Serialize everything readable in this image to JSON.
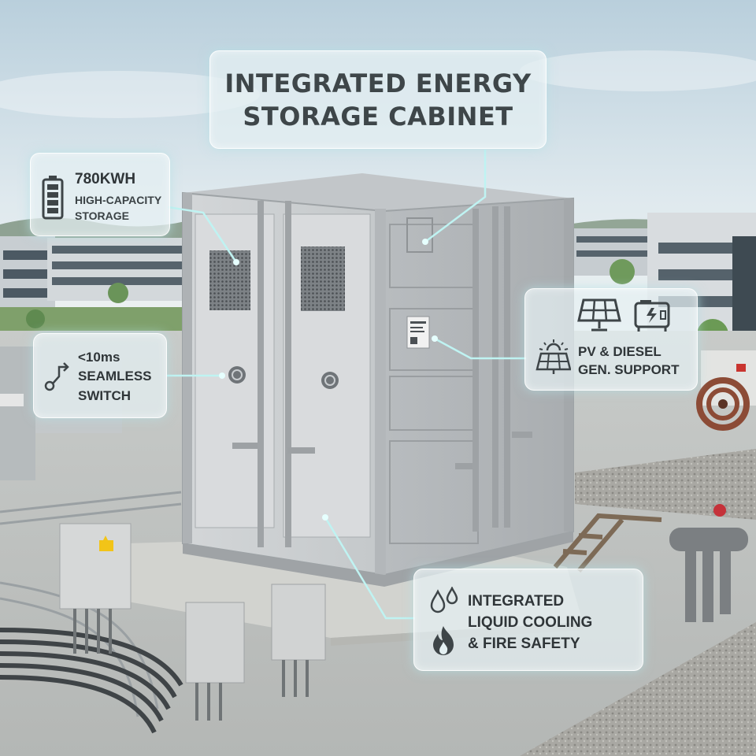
{
  "title": {
    "line1": "INTEGRATED ENERGY",
    "line2": "STORAGE CABINET"
  },
  "capacity": {
    "value": "780KWH",
    "line1": "HIGH-CAPACITY",
    "line2": "STORAGE",
    "icon": "battery-icon"
  },
  "switch": {
    "line1": "<10ms",
    "line2": "SEAMLESS",
    "line3": "SWITCH",
    "icon": "switch-icon"
  },
  "pv": {
    "line1": "PV & DIESEL",
    "line2": "GEN. SUPPORT",
    "icons": [
      "solar-panel-icon",
      "generator-icon",
      "solar-sun-icon"
    ]
  },
  "cooling": {
    "line1": "INTEGRATED",
    "line2": "LIQUID COOLING",
    "line3": "& FIRE SAFETY",
    "icons": [
      "water-drops-icon",
      "flame-icon"
    ]
  },
  "colors": {
    "card_bg": "#e4f0f2",
    "text": "#3e4649",
    "connector": "#bff3f2",
    "cabinet": "#c9cdd0"
  }
}
